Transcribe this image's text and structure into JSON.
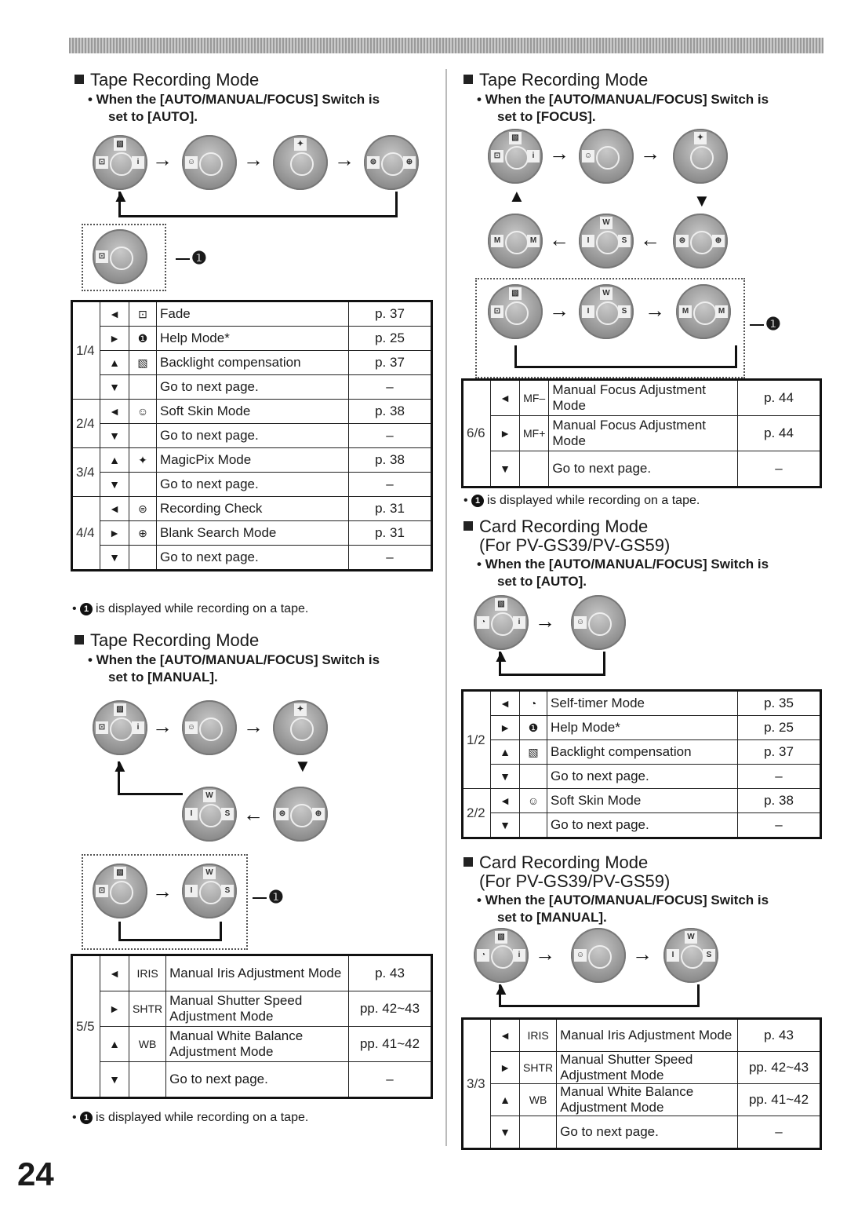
{
  "page_number": "24",
  "note_text": "is displayed while recording on a tape.",
  "callout_symbol": "❶",
  "sections": {
    "s1": {
      "title": "Tape Recording Mode",
      "sub1": "• When the [AUTO/MANUAL/FOCUS] Switch is",
      "sub2": "set to [AUTO]."
    },
    "s2": {
      "title": "Tape Recording Mode",
      "sub1": "• When the [AUTO/MANUAL/FOCUS] Switch is",
      "sub2": "set to [MANUAL]."
    },
    "s3": {
      "title": "Tape Recording Mode",
      "sub1": "• When the [AUTO/MANUAL/FOCUS] Switch is",
      "sub2": "set to [FOCUS]."
    },
    "s4": {
      "title": "Card Recording Mode",
      "title2": "(For PV-GS39/PV-GS59)",
      "sub1": "• When the [AUTO/MANUAL/FOCUS] Switch is",
      "sub2": "set to [AUTO]."
    },
    "s5": {
      "title": "Card Recording Mode",
      "title2": "(For PV-GS39/PV-GS59)",
      "sub1": "• When the [AUTO/MANUAL/FOCUS] Switch is",
      "sub2": "set to [MANUAL]."
    }
  },
  "table1": [
    {
      "page": "1/4",
      "dir": "◄",
      "icon": "⊡",
      "label": "Fade",
      "ref": "p. 37"
    },
    {
      "page": "",
      "dir": "►",
      "icon": "❶",
      "label": "Help Mode*",
      "ref": "p. 25"
    },
    {
      "page": "",
      "dir": "▲",
      "icon": "▧",
      "label": "Backlight compensation",
      "ref": "p. 37"
    },
    {
      "page": "",
      "dir": "▼",
      "icon": "",
      "label": "Go to next page.",
      "ref": "–"
    },
    {
      "page": "2/4",
      "dir": "◄",
      "icon": "☺",
      "label": "Soft Skin Mode",
      "ref": "p. 38"
    },
    {
      "page": "",
      "dir": "▼",
      "icon": "",
      "label": "Go to next page.",
      "ref": "–"
    },
    {
      "page": "3/4",
      "dir": "▲",
      "icon": "✦",
      "label": "MagicPix Mode",
      "ref": "p. 38"
    },
    {
      "page": "",
      "dir": "▼",
      "icon": "",
      "label": "Go to next page.",
      "ref": "–"
    },
    {
      "page": "4/4",
      "dir": "◄",
      "icon": "⊜",
      "label": "Recording Check",
      "ref": "p. 31"
    },
    {
      "page": "",
      "dir": "►",
      "icon": "⊕",
      "label": "Blank Search Mode",
      "ref": "p. 31"
    },
    {
      "page": "",
      "dir": "▼",
      "icon": "",
      "label": "Go to next page.",
      "ref": "–"
    }
  ],
  "table2": [
    {
      "page": "5/5",
      "dir": "◄",
      "icon": "IRIS",
      "label": "Manual Iris Adjustment Mode",
      "ref": "p. 43"
    },
    {
      "dir": "►",
      "icon": "SHTR",
      "label": "Manual Shutter Speed Adjustment Mode",
      "ref": "pp. 42~43"
    },
    {
      "dir": "▲",
      "icon": "WB",
      "label": "Manual White Balance Adjustment Mode",
      "ref": "pp. 41~42"
    },
    {
      "dir": "▼",
      "icon": "",
      "label": "Go to next page.",
      "ref": "–"
    }
  ],
  "table3": [
    {
      "page": "6/6",
      "dir": "◄",
      "icon": "MF–",
      "label": "Manual Focus Adjustment Mode",
      "ref": "p. 44"
    },
    {
      "dir": "►",
      "icon": "MF+",
      "label": "Manual Focus Adjustment Mode",
      "ref": "p. 44"
    },
    {
      "dir": "▼",
      "icon": "",
      "label": "Go to next page.",
      "ref": "–"
    }
  ],
  "table4": [
    {
      "page": "1/2",
      "dir": "◄",
      "icon": "◔",
      "label": "Self-timer Mode",
      "ref": "p. 35"
    },
    {
      "page": "",
      "dir": "►",
      "icon": "❶",
      "label": "Help Mode*",
      "ref": "p. 25"
    },
    {
      "page": "",
      "dir": "▲",
      "icon": "▧",
      "label": "Backlight compensation",
      "ref": "p. 37"
    },
    {
      "page": "",
      "dir": "▼",
      "icon": "",
      "label": "Go to next page.",
      "ref": "–"
    },
    {
      "page": "2/2",
      "dir": "◄",
      "icon": "☺",
      "label": "Soft Skin Mode",
      "ref": "p. 38"
    },
    {
      "page": "",
      "dir": "▼",
      "icon": "",
      "label": "Go to next page.",
      "ref": "–"
    }
  ],
  "table5": [
    {
      "page": "3/3",
      "dir": "◄",
      "icon": "IRIS",
      "label": "Manual Iris Adjustment Mode",
      "ref": "p. 43"
    },
    {
      "dir": "►",
      "icon": "SHTR",
      "label": "Manual Shutter Speed Adjustment Mode",
      "ref": "pp. 42~43"
    },
    {
      "dir": "▲",
      "icon": "WB",
      "label": "Manual White Balance Adjustment Mode",
      "ref": "pp. 41~42"
    },
    {
      "dir": "▼",
      "icon": "",
      "label": "Go to next page.",
      "ref": "–"
    }
  ]
}
